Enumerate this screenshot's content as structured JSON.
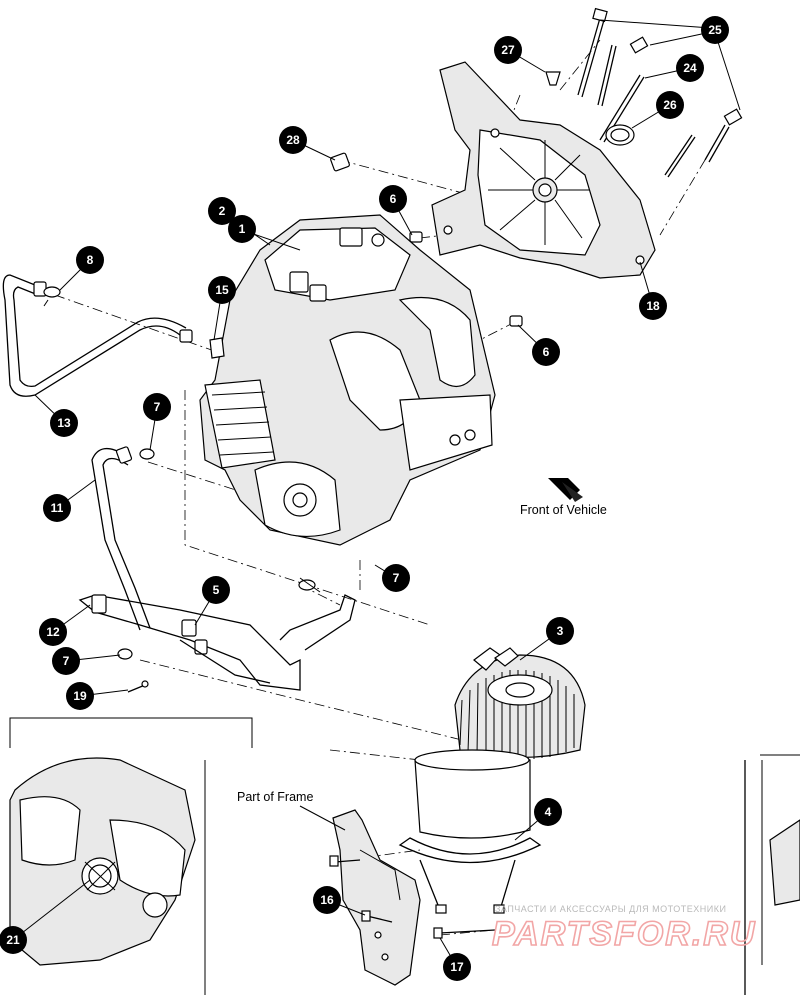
{
  "labels": {
    "front_of_vehicle": "Front of Vehicle",
    "part_of_frame": "Part of Frame"
  },
  "callouts": {
    "c1": "1",
    "c2": "2",
    "c3": "3",
    "c4": "4",
    "c5": "5",
    "c6a": "6",
    "c6b": "6",
    "c7a": "7",
    "c7b": "7",
    "c7c": "7",
    "c8": "8",
    "c11": "11",
    "c12": "12",
    "c13": "13",
    "c15": "15",
    "c16": "16",
    "c17": "17",
    "c18": "18",
    "c19": "19",
    "c21": "21",
    "c24": "24",
    "c25": "25",
    "c26": "26",
    "c27": "27",
    "c28": "28"
  },
  "watermark": {
    "line1": "ЗАПЧАСТИ И АКСЕССУАРЫ ДЛЯ МОТОТЕХНИКИ",
    "line2": "PARTSFOR.RU"
  }
}
